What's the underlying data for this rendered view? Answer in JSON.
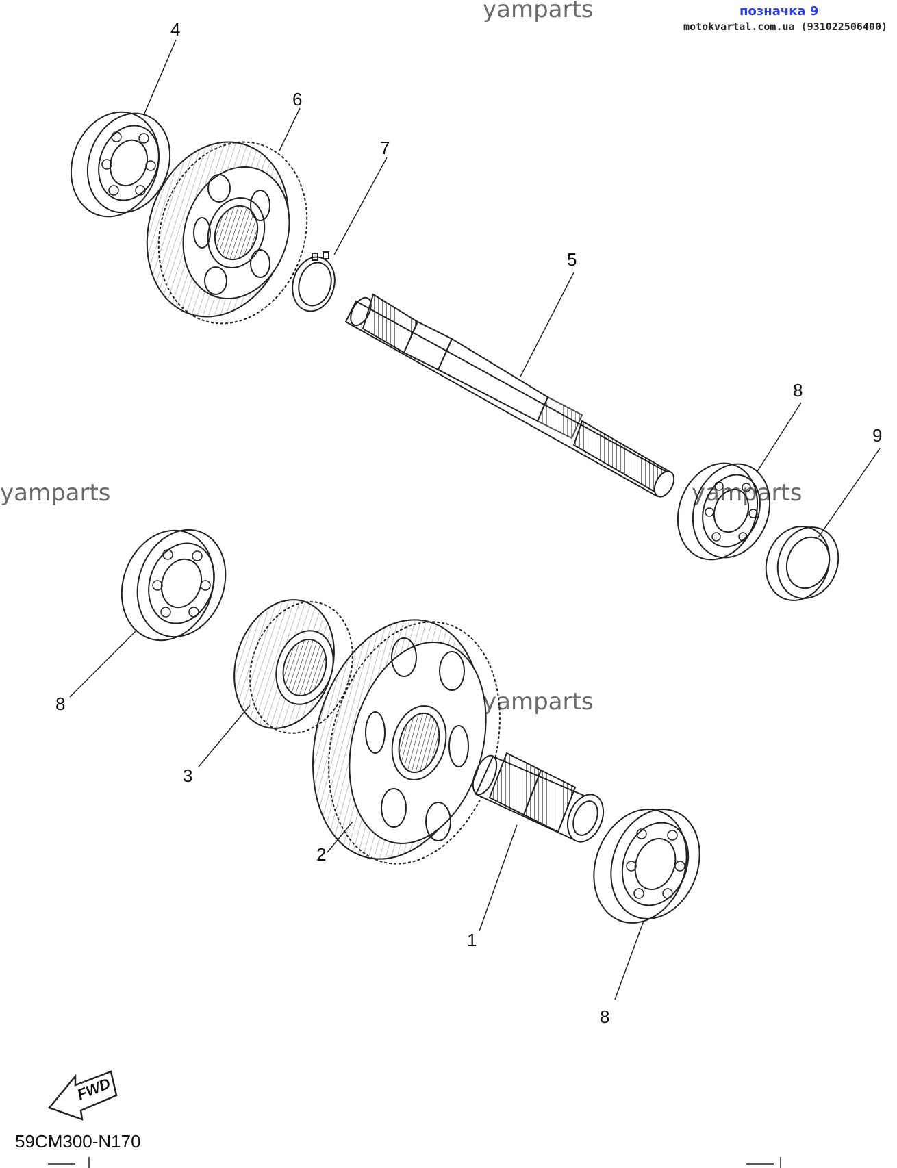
{
  "watermark": "yamparts",
  "badge": {
    "title": "позначка 9",
    "subtitle": "motokvartal.com.ua (931022506400)",
    "title_color": "#2a3fd8",
    "subtitle_color": "#222222"
  },
  "callouts": {
    "c1": "1",
    "c2": "2",
    "c3": "3",
    "c4": "4",
    "c5": "5",
    "c6": "6",
    "c7": "7",
    "c8a": "8",
    "c8b": "8",
    "c8c": "8",
    "c9": "9"
  },
  "fwd_label": "FWD",
  "diagram_code": "59CM300-N170"
}
